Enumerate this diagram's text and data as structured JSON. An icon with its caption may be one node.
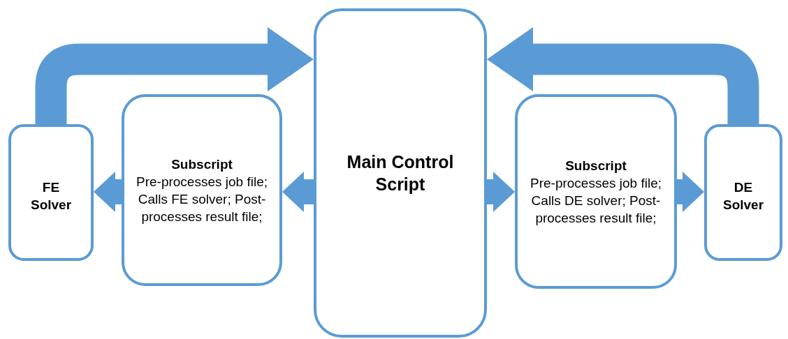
{
  "diagram": {
    "nodes": [
      {
        "text": [
          "FE Solver"
        ]
      },
      {
        "text": [
          "Subscript",
          "Pre-processes job file; Calls FE solver; Post-processes result file;"
        ]
      },
      {
        "text": [
          "Main Control Script"
        ]
      },
      {
        "text": [
          "Subscript",
          "Pre-processes job file; Calls DE solver; Post-processes result file;"
        ]
      },
      {
        "text": [
          "DE Solver"
        ]
      }
    ],
    "edges": [
      {
        "from": 0,
        "to": 2,
        "arrow": "to"
      },
      {
        "from": 4,
        "to": 2,
        "arrow": "to"
      },
      {
        "from": 1,
        "to": 0,
        "arrow": "to"
      },
      {
        "from": 2,
        "to": 1,
        "arrow": "to"
      },
      {
        "from": 2,
        "to": 3,
        "arrow": "to"
      },
      {
        "from": 3,
        "to": 4,
        "arrow": "to"
      }
    ]
  }
}
